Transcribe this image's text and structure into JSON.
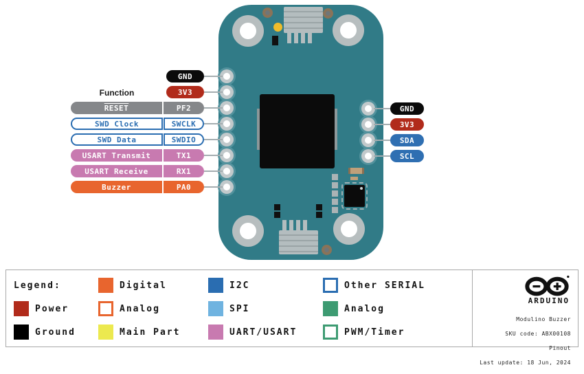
{
  "pinout": {
    "function_header": "Function",
    "left": [
      {
        "pin": "GND",
        "type": "ground"
      },
      {
        "pin": "3V3",
        "type": "power"
      },
      {
        "function": "RESET",
        "pin": "PF2",
        "type": "reset",
        "active_low": true
      },
      {
        "function": "SWD Clock",
        "pin": "SWCLK",
        "type": "other-serial"
      },
      {
        "function": "SWD Data",
        "pin": "SWDIO",
        "type": "other-serial"
      },
      {
        "function": "USART Transmit",
        "pin": "TX1",
        "type": "uart-usart"
      },
      {
        "function": "USART Receive",
        "pin": "RX1",
        "type": "uart-usart"
      },
      {
        "function": "Buzzer",
        "pin": "PA0",
        "type": "digital"
      }
    ],
    "right": [
      {
        "pin": "GND",
        "type": "ground"
      },
      {
        "pin": "3V3",
        "type": "power"
      },
      {
        "pin": "SDA",
        "type": "i2c"
      },
      {
        "pin": "SCL",
        "type": "i2c"
      }
    ]
  },
  "legend": {
    "title": "Legend:",
    "items": [
      {
        "label": "Power",
        "type": "power",
        "color": "#b12b1b"
      },
      {
        "label": "Ground",
        "type": "ground",
        "color": "#000000"
      },
      {
        "label": "Digital",
        "type": "digital",
        "color": "#e8652e"
      },
      {
        "label": "Analog",
        "type": "analog-outline",
        "color": "#e8652e"
      },
      {
        "label": "Main Part",
        "type": "main-part",
        "color": "#ece94f"
      },
      {
        "label": "I2C",
        "type": "i2c",
        "color": "#2a6db1"
      },
      {
        "label": "SPI",
        "type": "spi",
        "color": "#6fb3e0"
      },
      {
        "label": "UART/USART",
        "type": "uart-usart",
        "color": "#c87ab0"
      },
      {
        "label": "Other SERIAL",
        "type": "other-serial",
        "color": "#2a6db1"
      },
      {
        "label": "Analog",
        "type": "analog-fill",
        "color": "#3d9b72"
      },
      {
        "label": "PWM/Timer",
        "type": "pwm-timer",
        "color": "#3d9b72"
      }
    ]
  },
  "footer": {
    "brand": "ARDUINO",
    "lines": [
      "Modulino Buzzer",
      "SKU code: ABX00108",
      "Pinout",
      "Last update: 18 Jun, 2024"
    ]
  },
  "board": {
    "color": "#317b87",
    "main_part": "buzzer"
  }
}
